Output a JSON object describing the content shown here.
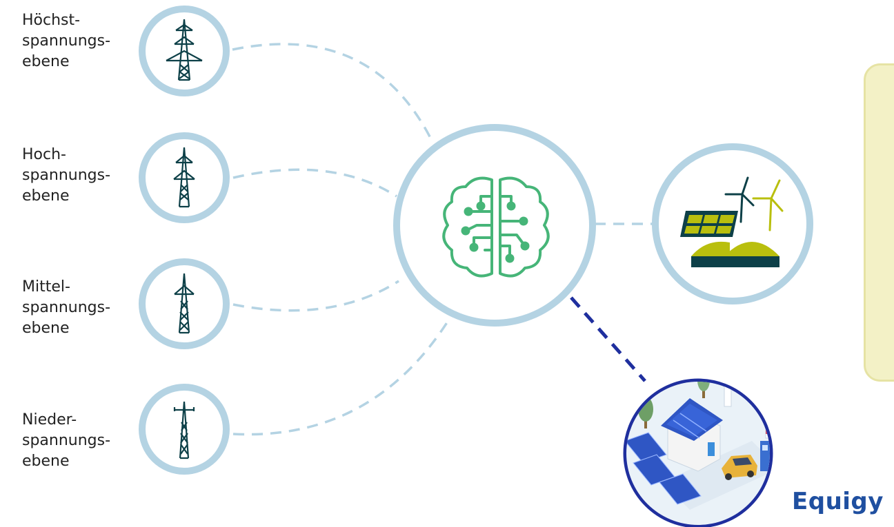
{
  "levels": [
    {
      "line1": "Höchst-",
      "line2": "spannungs-",
      "line3": "ebene",
      "icon": "transmission-tower-icon"
    },
    {
      "line1": "Hoch-",
      "line2": "spannungs-",
      "line3": "ebene",
      "icon": "transmission-tower-icon"
    },
    {
      "line1": "Mittel-",
      "line2": "spannungs-",
      "line3": "ebene",
      "icon": "transmission-tower-icon"
    },
    {
      "line1": "Nieder-",
      "line2": "spannungs-",
      "line3": "ebene",
      "icon": "distribution-pole-icon"
    }
  ],
  "center": {
    "icon": "ai-brain-icon"
  },
  "renewables": {
    "icon": "renewable-energy-icon"
  },
  "brand": {
    "name": "Equigy",
    "icon": "smart-home-energy-illustration"
  },
  "colors": {
    "ring": "#b4d3e3",
    "dashed_light": "#b4d3e3",
    "dashed_dark": "#1f2f9e",
    "tower": "#0d4048",
    "brain": "#46b578",
    "accent_olive": "#b9bf0e",
    "brand": "#1f4fa0",
    "note_fill": "#f3f1c6"
  }
}
